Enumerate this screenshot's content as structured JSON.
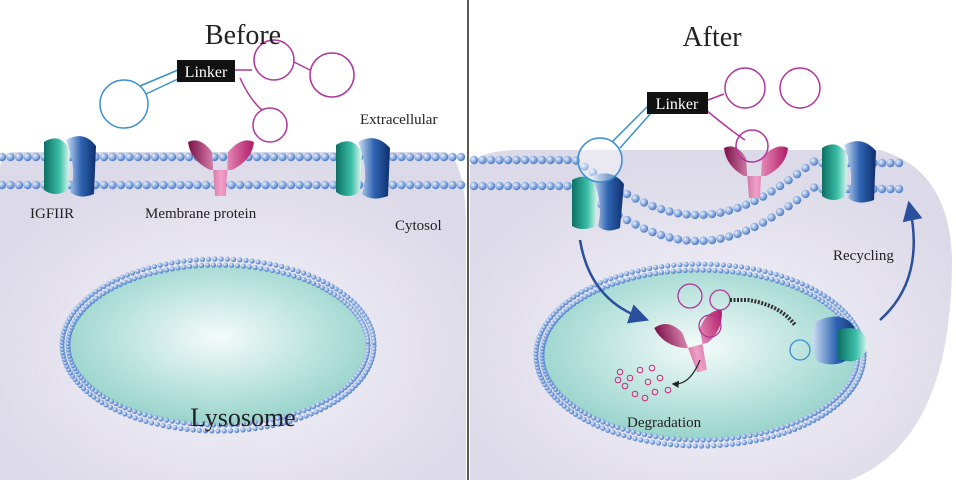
{
  "panels": {
    "before": {
      "title": "Before",
      "linker": "Linker",
      "extracellular": "Extracellular",
      "receptor": "IGFIIR",
      "membrane_protein": "Membrane protein",
      "cytosol": "Cytosol",
      "lysosome": "Lysosome"
    },
    "after": {
      "title": "After",
      "linker": "Linker",
      "recycling": "Recycling",
      "degradation": "Degradation"
    }
  },
  "colors": {
    "bead": "#4a7fd0",
    "bead_light": "#c9dcf5",
    "cell": "#e6e4ef",
    "lysosome": "#a9dcd5",
    "protein": "#d0247a",
    "receptor_teal": "#1a9e8c",
    "receptor_blue": "#1f4f9e",
    "arrow": "#2a4f9c",
    "aptamer_blue": "#3a8fd0",
    "aptamer_pink": "#b0359a"
  }
}
